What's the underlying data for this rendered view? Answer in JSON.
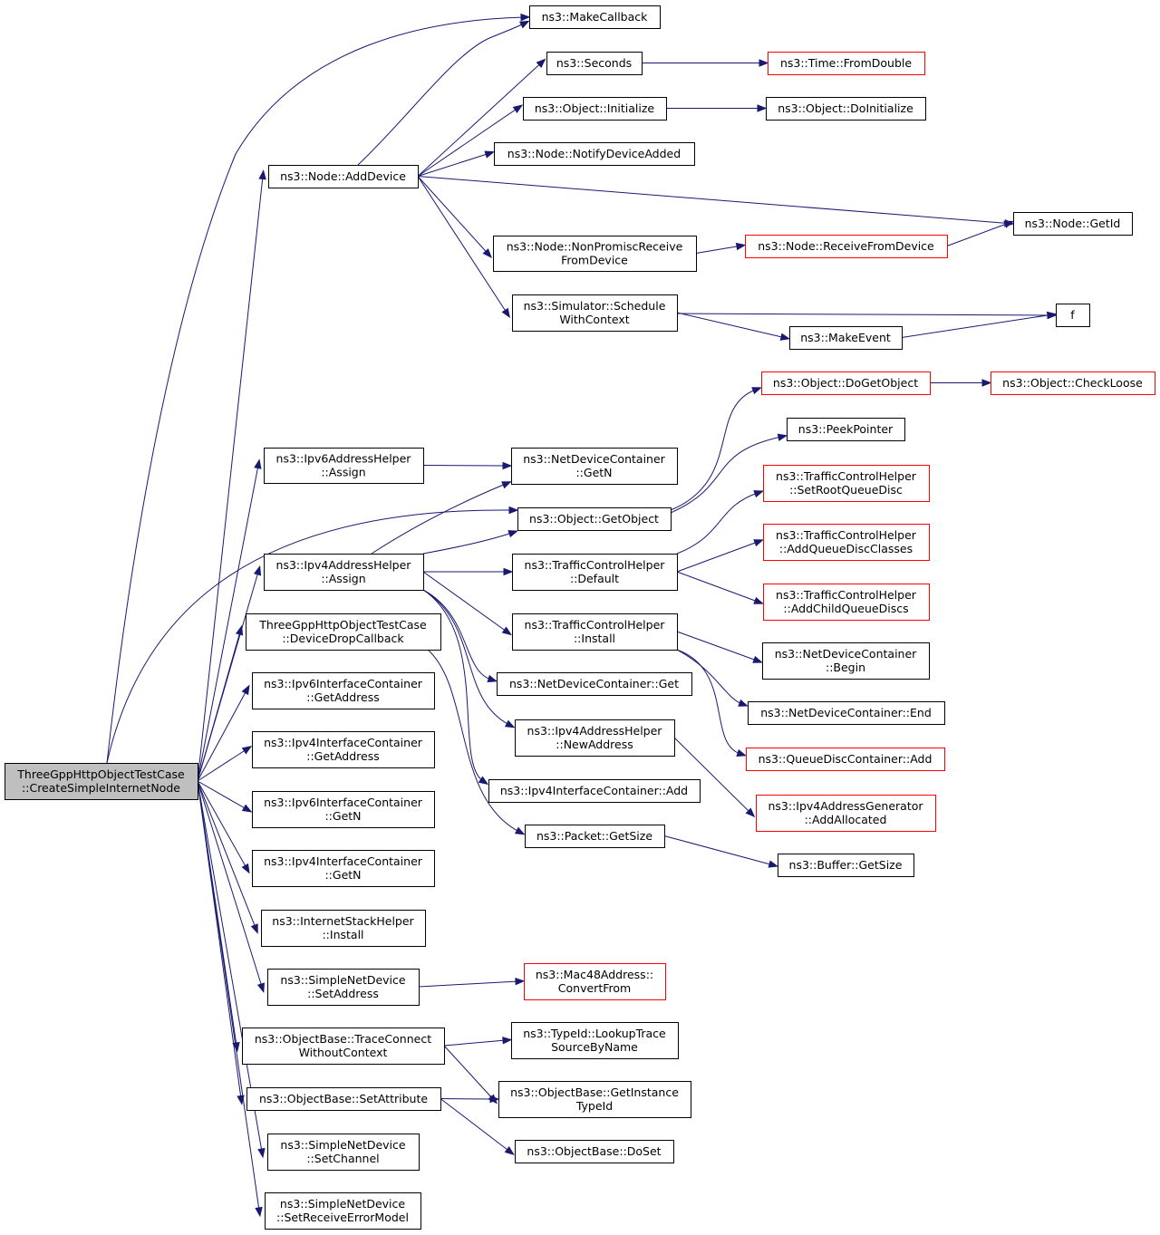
{
  "nodes": [
    {
      "id": "root",
      "lines": [
        "ThreeGppHttpObjectTestCase",
        "::CreateSimpleInternetNode"
      ],
      "style": "root"
    },
    {
      "id": "makecallback",
      "lines": [
        "ns3::MakeCallback"
      ],
      "style": "black"
    },
    {
      "id": "seconds",
      "lines": [
        "ns3::Seconds"
      ],
      "style": "black"
    },
    {
      "id": "fromdouble",
      "lines": [
        "ns3::Time::FromDouble"
      ],
      "style": "red"
    },
    {
      "id": "initialize",
      "lines": [
        "ns3::Object::Initialize"
      ],
      "style": "black"
    },
    {
      "id": "doinitialize",
      "lines": [
        "ns3::Object::DoInitialize"
      ],
      "style": "black"
    },
    {
      "id": "notifydeviceadded",
      "lines": [
        "ns3::Node::NotifyDeviceAdded"
      ],
      "style": "black"
    },
    {
      "id": "adddevice",
      "lines": [
        "ns3::Node::AddDevice"
      ],
      "style": "black"
    },
    {
      "id": "getid",
      "lines": [
        "ns3::Node::GetId"
      ],
      "style": "black"
    },
    {
      "id": "nonpromisc",
      "lines": [
        "ns3::Node::NonPromiscReceive",
        "FromDevice"
      ],
      "style": "black"
    },
    {
      "id": "receivefromdevice",
      "lines": [
        "ns3::Node::ReceiveFromDevice"
      ],
      "style": "red"
    },
    {
      "id": "schedulewithcontext",
      "lines": [
        "ns3::Simulator::Schedule",
        "WithContext"
      ],
      "style": "black"
    },
    {
      "id": "f",
      "lines": [
        "f"
      ],
      "style": "black"
    },
    {
      "id": "makeevent",
      "lines": [
        "ns3::MakeEvent"
      ],
      "style": "black"
    },
    {
      "id": "dogetobject",
      "lines": [
        "ns3::Object::DoGetObject"
      ],
      "style": "red"
    },
    {
      "id": "checkloose",
      "lines": [
        "ns3::Object::CheckLoose"
      ],
      "style": "red"
    },
    {
      "id": "peekpointer",
      "lines": [
        "ns3::PeekPointer"
      ],
      "style": "black"
    },
    {
      "id": "ipv6assign",
      "lines": [
        "ns3::Ipv6AddressHelper",
        "::Assign"
      ],
      "style": "black"
    },
    {
      "id": "netdevgetn",
      "lines": [
        "ns3::NetDeviceContainer",
        "::GetN"
      ],
      "style": "black"
    },
    {
      "id": "setrootqueuedisc",
      "lines": [
        "ns3::TrafficControlHelper",
        "::SetRootQueueDisc"
      ],
      "style": "red"
    },
    {
      "id": "getobject",
      "lines": [
        "ns3::Object::GetObject"
      ],
      "style": "black"
    },
    {
      "id": "addqueuediscclasses",
      "lines": [
        "ns3::TrafficControlHelper",
        "::AddQueueDiscClasses"
      ],
      "style": "red"
    },
    {
      "id": "ipv4assign",
      "lines": [
        "ns3::Ipv4AddressHelper",
        "::Assign"
      ],
      "style": "black"
    },
    {
      "id": "tchdefault",
      "lines": [
        "ns3::TrafficControlHelper",
        "::Default"
      ],
      "style": "black"
    },
    {
      "id": "addchildqueuediscs",
      "lines": [
        "ns3::TrafficControlHelper",
        "::AddChildQueueDiscs"
      ],
      "style": "red"
    },
    {
      "id": "devicedropcallback",
      "lines": [
        "ThreeGppHttpObjectTestCase",
        "::DeviceDropCallback"
      ],
      "style": "black"
    },
    {
      "id": "tchinstall",
      "lines": [
        "ns3::TrafficControlHelper",
        "::Install"
      ],
      "style": "black"
    },
    {
      "id": "netdevbegin",
      "lines": [
        "ns3::NetDeviceContainer",
        "::Begin"
      ],
      "style": "black"
    },
    {
      "id": "ipv6ifgetaddress",
      "lines": [
        "ns3::Ipv6InterfaceContainer",
        "::GetAddress"
      ],
      "style": "black"
    },
    {
      "id": "netdevget",
      "lines": [
        "ns3::NetDeviceContainer::Get"
      ],
      "style": "black"
    },
    {
      "id": "netdevend",
      "lines": [
        "ns3::NetDeviceContainer::End"
      ],
      "style": "black"
    },
    {
      "id": "newaddress",
      "lines": [
        "ns3::Ipv4AddressHelper",
        "::NewAddress"
      ],
      "style": "black"
    },
    {
      "id": "ipv4ifgetaddress",
      "lines": [
        "ns3::Ipv4InterfaceContainer",
        "::GetAddress"
      ],
      "style": "black"
    },
    {
      "id": "queuediscadd",
      "lines": [
        "ns3::QueueDiscContainer::Add"
      ],
      "style": "red"
    },
    {
      "id": "ipv4ifadd",
      "lines": [
        "ns3::Ipv4InterfaceContainer::Add"
      ],
      "style": "black"
    },
    {
      "id": "ipv6ifgetn",
      "lines": [
        "ns3::Ipv6InterfaceContainer",
        "::GetN"
      ],
      "style": "black"
    },
    {
      "id": "addallocated",
      "lines": [
        "ns3::Ipv4AddressGenerator",
        "::AddAllocated"
      ],
      "style": "red"
    },
    {
      "id": "packetgetsize",
      "lines": [
        "ns3::Packet::GetSize"
      ],
      "style": "black"
    },
    {
      "id": "buffergetsize",
      "lines": [
        "ns3::Buffer::GetSize"
      ],
      "style": "black"
    },
    {
      "id": "ipv4ifgetn",
      "lines": [
        "ns3::Ipv4InterfaceContainer",
        "::GetN"
      ],
      "style": "black"
    },
    {
      "id": "internetstackinstall",
      "lines": [
        "ns3::InternetStackHelper",
        "::Install"
      ],
      "style": "black"
    },
    {
      "id": "setaddress",
      "lines": [
        "ns3::SimpleNetDevice",
        "::SetAddress"
      ],
      "style": "black"
    },
    {
      "id": "mac48convertfrom",
      "lines": [
        "ns3::Mac48Address::",
        "ConvertFrom"
      ],
      "style": "red"
    },
    {
      "id": "traceconnect",
      "lines": [
        "ns3::ObjectBase::TraceConnect",
        "WithoutContext"
      ],
      "style": "black"
    },
    {
      "id": "lookuptrace",
      "lines": [
        "ns3::TypeId::LookupTrace",
        "SourceByName"
      ],
      "style": "black"
    },
    {
      "id": "getinstancetypeid",
      "lines": [
        "ns3::ObjectBase::GetInstance",
        "TypeId"
      ],
      "style": "black"
    },
    {
      "id": "setattribute",
      "lines": [
        "ns3::ObjectBase::SetAttribute"
      ],
      "style": "black"
    },
    {
      "id": "doset",
      "lines": [
        "ns3::ObjectBase::DoSet"
      ],
      "style": "black"
    },
    {
      "id": "setchannel",
      "lines": [
        "ns3::SimpleNetDevice",
        "::SetChannel"
      ],
      "style": "black"
    },
    {
      "id": "setreceiveerrormodel",
      "lines": [
        "ns3::SimpleNetDevice",
        "::SetReceiveErrorModel"
      ],
      "style": "black"
    }
  ],
  "edges": [
    [
      "root",
      "makecallback"
    ],
    [
      "root",
      "adddevice"
    ],
    [
      "root",
      "ipv6assign"
    ],
    [
      "root",
      "getobject"
    ],
    [
      "root",
      "ipv4assign"
    ],
    [
      "root",
      "devicedropcallback"
    ],
    [
      "root",
      "ipv6ifgetaddress"
    ],
    [
      "root",
      "ipv4ifgetaddress"
    ],
    [
      "root",
      "ipv6ifgetn"
    ],
    [
      "root",
      "ipv4ifgetn"
    ],
    [
      "root",
      "internetstackinstall"
    ],
    [
      "root",
      "setaddress"
    ],
    [
      "root",
      "traceconnect"
    ],
    [
      "root",
      "setattribute"
    ],
    [
      "root",
      "setchannel"
    ],
    [
      "root",
      "setreceiveerrormodel"
    ],
    [
      "adddevice",
      "makecallback"
    ],
    [
      "adddevice",
      "seconds"
    ],
    [
      "adddevice",
      "initialize"
    ],
    [
      "adddevice",
      "notifydeviceadded"
    ],
    [
      "adddevice",
      "getid"
    ],
    [
      "adddevice",
      "nonpromisc"
    ],
    [
      "adddevice",
      "schedulewithcontext"
    ],
    [
      "seconds",
      "fromdouble"
    ],
    [
      "initialize",
      "doinitialize"
    ],
    [
      "nonpromisc",
      "receivefromdevice"
    ],
    [
      "receivefromdevice",
      "getid"
    ],
    [
      "schedulewithcontext",
      "f"
    ],
    [
      "schedulewithcontext",
      "makeevent"
    ],
    [
      "makeevent",
      "f"
    ],
    [
      "getobject",
      "dogetobject"
    ],
    [
      "getobject",
      "peekpointer"
    ],
    [
      "dogetobject",
      "checkloose"
    ],
    [
      "ipv6assign",
      "netdevgetn"
    ],
    [
      "ipv4assign",
      "netdevgetn"
    ],
    [
      "ipv4assign",
      "getobject"
    ],
    [
      "ipv4assign",
      "tchdefault"
    ],
    [
      "ipv4assign",
      "tchinstall"
    ],
    [
      "ipv4assign",
      "netdevget"
    ],
    [
      "ipv4assign",
      "newaddress"
    ],
    [
      "ipv4assign",
      "ipv4ifadd"
    ],
    [
      "tchdefault",
      "setrootqueuedisc"
    ],
    [
      "tchdefault",
      "addqueuediscclasses"
    ],
    [
      "tchdefault",
      "addchildqueuediscs"
    ],
    [
      "tchinstall",
      "netdevbegin"
    ],
    [
      "tchinstall",
      "netdevend"
    ],
    [
      "tchinstall",
      "queuediscadd"
    ],
    [
      "newaddress",
      "addallocated"
    ],
    [
      "devicedropcallback",
      "packetgetsize"
    ],
    [
      "packetgetsize",
      "buffergetsize"
    ],
    [
      "setaddress",
      "mac48convertfrom"
    ],
    [
      "traceconnect",
      "lookuptrace"
    ],
    [
      "traceconnect",
      "getinstancetypeid"
    ],
    [
      "setattribute",
      "getinstancetypeid"
    ],
    [
      "setattribute",
      "doset"
    ]
  ]
}
